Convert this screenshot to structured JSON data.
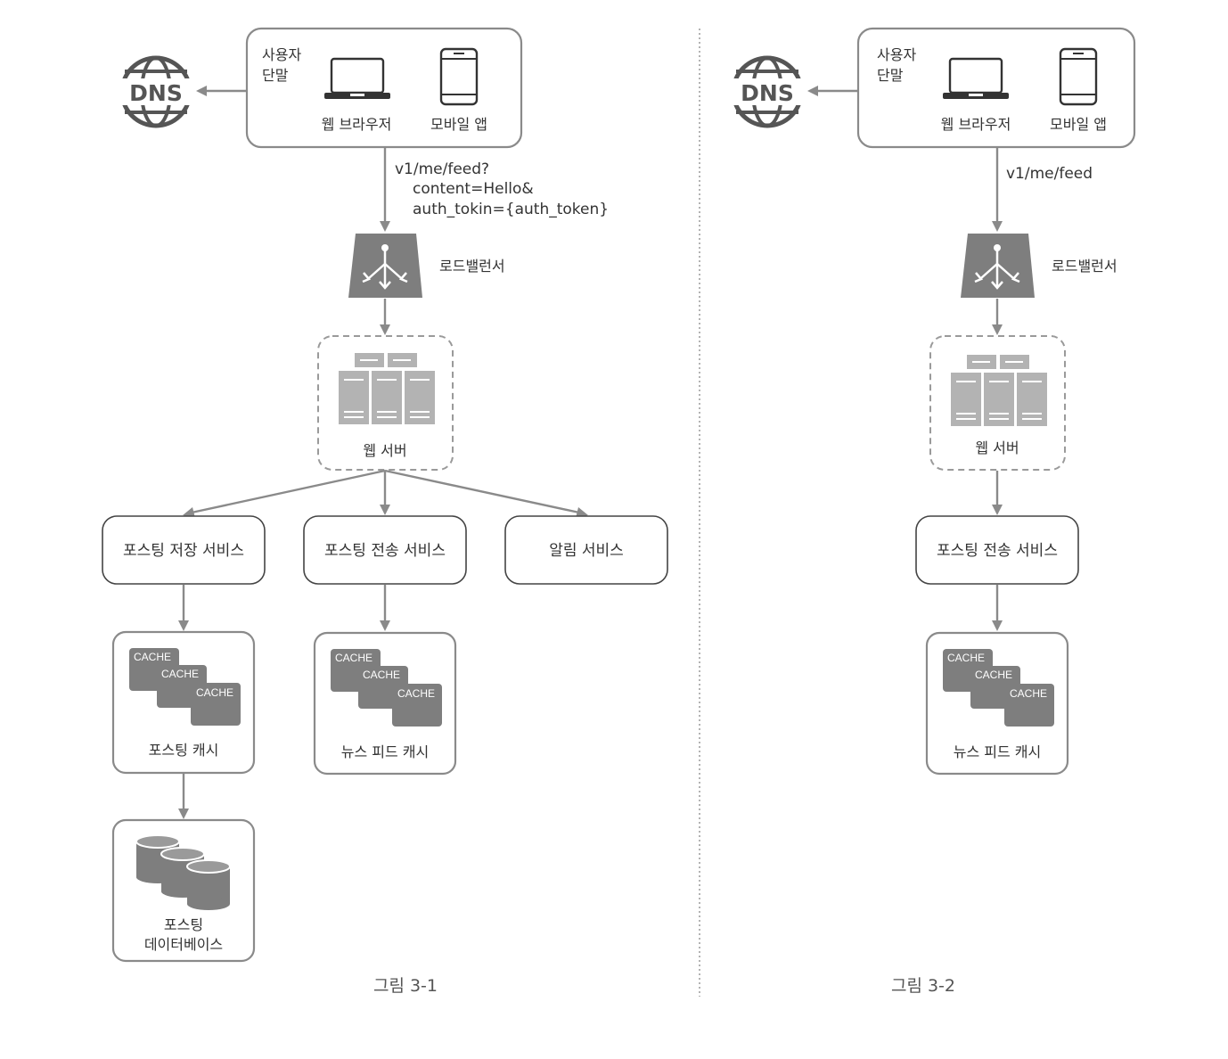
{
  "diagram_left": {
    "client_label_line1": "사용자",
    "client_label_line2": "단말",
    "web_browser": "웹 브라우저",
    "mobile_app": "모바일 앱",
    "dns": "DNS",
    "request_line1": "v1/me/feed?",
    "request_line2": "content=Hello&",
    "request_line3": "auth_tokin={auth_token}",
    "load_balancer": "로드밸런서",
    "web_server": "웹 서버",
    "post_store_service": "포스팅 저장 서비스",
    "post_fanout_service": "포스팅 전송 서비스",
    "notification_service": "알림 서비스",
    "post_cache": "포스팅 캐시",
    "newsfeed_cache": "뉴스 피드 캐시",
    "cache_word": "CACHE",
    "post_db_line1": "포스팅",
    "post_db_line2": "데이터베이스",
    "caption": "그림 3-1"
  },
  "diagram_right": {
    "client_label_line1": "사용자",
    "client_label_line2": "단말",
    "web_browser": "웹 브라우저",
    "mobile_app": "모바일 앱",
    "dns": "DNS",
    "request_line1": "v1/me/feed",
    "load_balancer": "로드밸런서",
    "web_server": "웹 서버",
    "post_fanout_service": "포스팅 전송 서비스",
    "newsfeed_cache": "뉴스 피드 캐시",
    "cache_word": "CACHE",
    "caption": "그림 3-2"
  }
}
